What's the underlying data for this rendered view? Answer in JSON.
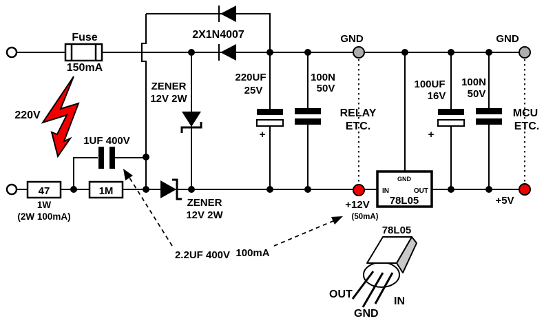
{
  "colors": {
    "orange": "#E04608",
    "dark_red": "#9B0000",
    "red": "#F20000",
    "terminal_gray": "#ADADAD",
    "facet_gray": "#C9C9C9"
  },
  "mains": {
    "voltage": "220V",
    "fuse_name": "Fuse",
    "fuse_rating": "150mA"
  },
  "dropper": {
    "r1_value": "47",
    "r1_power": "1W",
    "r1_alt": "(2W 100mA)",
    "r2_value": "1M",
    "c1_label": "1UF 400V"
  },
  "rectifier": {
    "diodes_label": "2X1N4007",
    "zener_shunt_l1": "ZENER",
    "zener_shunt_l2": "12V 2W",
    "zener_series_l1": "ZENER",
    "zener_series_l2": "12V 2W"
  },
  "filter_12v": {
    "c2_l1": "220UF",
    "c2_l2": "25V",
    "c2_plus": "+",
    "c3_l1": "100N",
    "c3_l2": "50V"
  },
  "filter_5v": {
    "c4_l1": "100UF",
    "c4_l2": "16V",
    "c4_plus": "+",
    "c5_l1": "100N",
    "c5_l2": "50V"
  },
  "grounds": {
    "gnd_left": "GND",
    "gnd_right": "GND"
  },
  "loads": {
    "relay_l1": "RELAY",
    "relay_l2": "ETC.",
    "mcu_l1": "MCU",
    "mcu_l2": "ETC."
  },
  "rails": {
    "v12": "+12V",
    "v12_current": "(50mA)",
    "v5": "+5V"
  },
  "regulator": {
    "pin_gnd": "GND",
    "pin_in": "IN",
    "pin_out": "OUT",
    "part": "78L05"
  },
  "annotations": {
    "cap_alt": "2.2UF 400V",
    "output_current": "100mA"
  },
  "package": {
    "part": "78L05",
    "pin_out": "OUT",
    "pin_gnd": "GND",
    "pin_in": "IN"
  }
}
